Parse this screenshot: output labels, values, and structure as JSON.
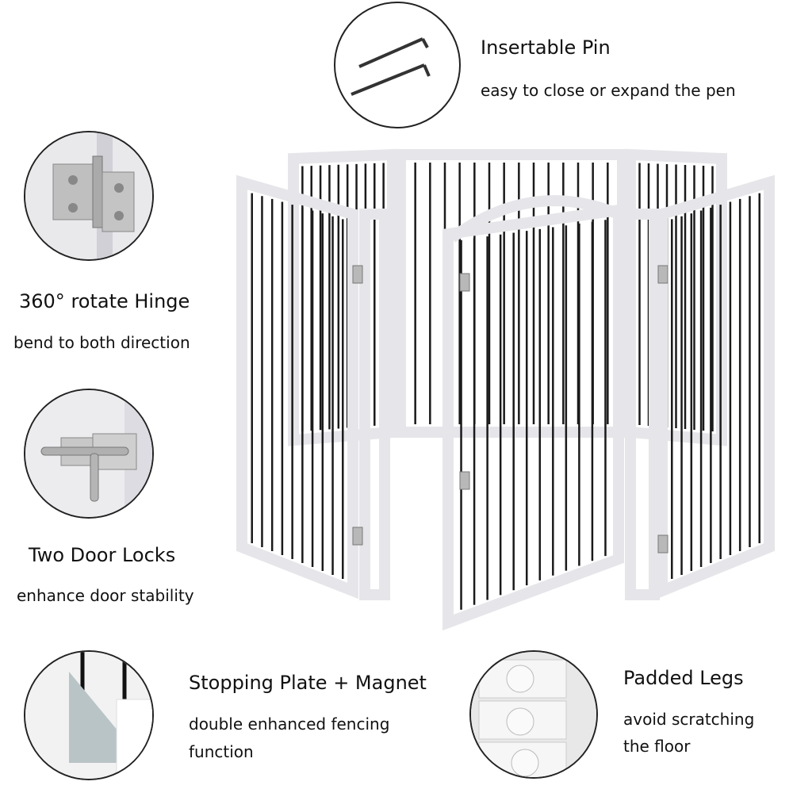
{
  "features": {
    "pin": {
      "title": "Insertable Pin",
      "desc": "easy to close or expand the pen"
    },
    "hinge": {
      "title": "360° rotate Hinge",
      "desc": "bend to both direction"
    },
    "locks": {
      "title": "Two Door Locks",
      "desc": "enhance door stability"
    },
    "plate": {
      "title": "Stopping Plate + Magnet",
      "desc_line1": "double enhanced fencing",
      "desc_line2": "function"
    },
    "legs": {
      "title": "Padded Legs",
      "desc_line1": "avoid scratching",
      "desc_line2": "the floor"
    }
  },
  "colors": {
    "frame": "#ffffff",
    "bars": "#1a1a1a",
    "outline": "#222222",
    "metal": "#b8b8b8"
  }
}
